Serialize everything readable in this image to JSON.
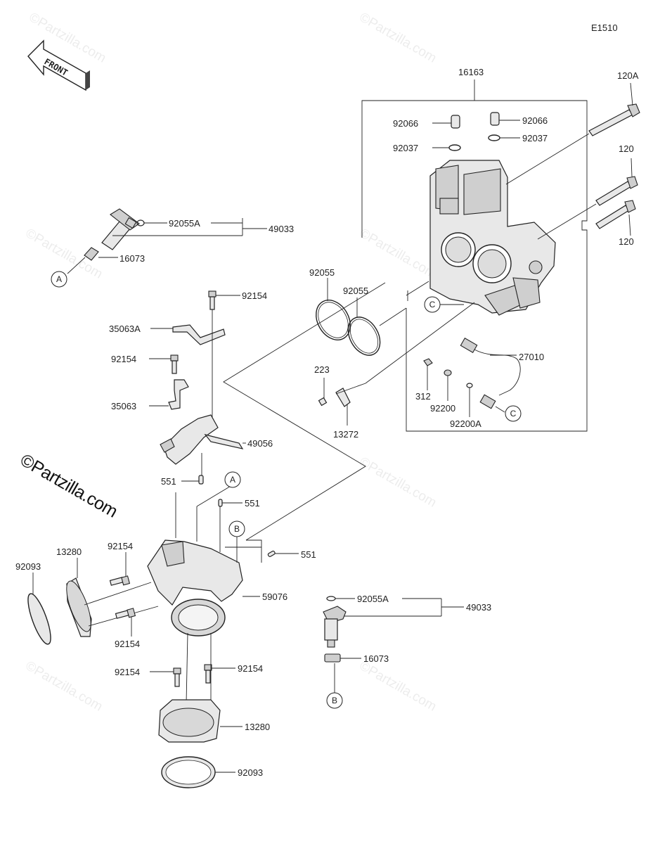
{
  "diagram": {
    "diagram_code": "E1510",
    "front_label": "FRONT",
    "copyright": "©Partzilla.com",
    "watermark": "©Partzilla.com",
    "labels": {
      "l16163": "16163",
      "l120A": "120A",
      "l120a": "120",
      "l120b": "120",
      "l92066a": "92066",
      "l92066b": "92066",
      "l92037a": "92037",
      "l92037b": "92037",
      "l92055A_top": "92055A",
      "l49033_top": "49033",
      "l16073_top": "16073",
      "l92055a": "92055",
      "l92055b": "92055",
      "l92154_a": "92154",
      "l35063A": "35063A",
      "l92154_b": "92154",
      "l35063": "35063",
      "l49056": "49056",
      "l223": "223",
      "l13272": "13272",
      "l27010": "27010",
      "l312": "312",
      "l92200": "92200",
      "l92200A": "92200A",
      "l551_a": "551",
      "l551_b": "551",
      "l551_c": "551",
      "l13280_a": "13280",
      "l92154_c": "92154",
      "l92093_a": "92093",
      "l92154_d": "92154",
      "l59076": "59076",
      "l92055A_bot": "92055A",
      "l49033_bot": "49033",
      "l16073_bot": "16073",
      "l92154_e": "92154",
      "l92154_f": "92154",
      "l13280_b": "13280",
      "l92093_b": "92093"
    },
    "callouts": {
      "A1": "A",
      "A2": "A",
      "B1": "B",
      "B2": "B",
      "C1": "C",
      "C2": "C"
    }
  }
}
